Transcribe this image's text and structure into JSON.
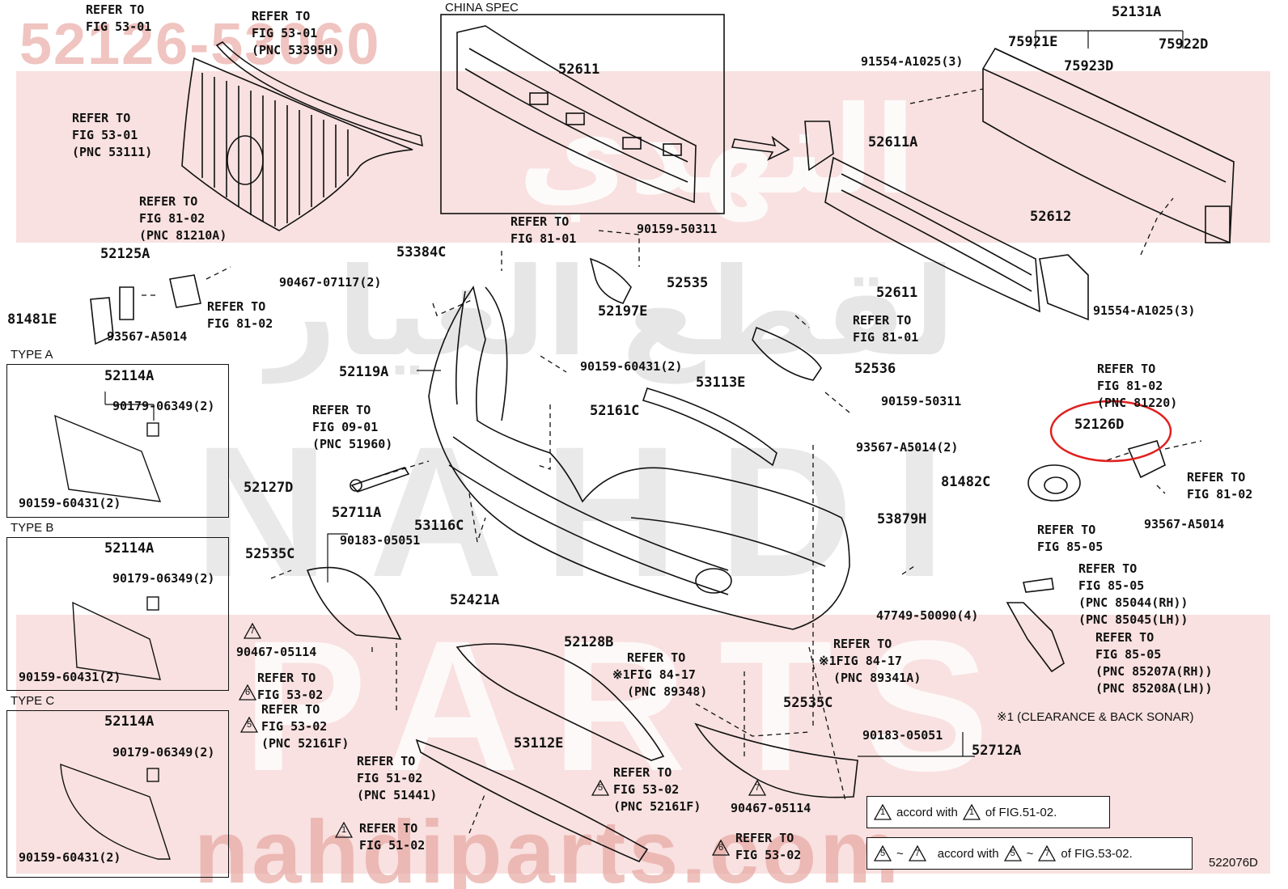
{
  "watermark": {
    "part_number": "52126-53060",
    "brand_arabic": "النهدي",
    "brand_arabic_2": "لقطع الغيار",
    "brand_latin": "NAHDI",
    "brand_latin_2": "PARTS",
    "site": "nahdiparts.com",
    "band_color": "#f3c9c6",
    "grey_color": "#cfcfcf"
  },
  "china_spec_label": "CHINA SPEC",
  "diagram_code": "522076D",
  "highlight_color": "#e0201e",
  "parts": {
    "p52611_top": "52611",
    "p52611_bottom": "52611",
    "p52611A": "52611A",
    "p52131A": "52131A",
    "p75921E": "75921E",
    "p75922D": "75922D",
    "p75923D": "75923D",
    "p91554_top": "91554-A1025(3)",
    "p91554_bottom": "91554-A1025(3)",
    "p52612": "52612",
    "p52125A": "52125A",
    "p81481E": "81481E",
    "p93567_left": "93567-A5014",
    "p53384C": "53384C",
    "p90467_07117": "90467-07117(2)",
    "p90159_50311_top": "90159-50311",
    "p52535": "52535",
    "p52197E": "52197E",
    "p90159_60431": "90159-60431(2)",
    "p52119A": "52119A",
    "p53113E": "53113E",
    "p52536": "52536",
    "p90159_50311_mid": "90159-50311",
    "p52161C": "52161C",
    "p93567_A5014_2": "93567-A5014(2)",
    "p52127D": "52127D",
    "p52711A": "52711A",
    "p90183_05051_left": "90183-05051",
    "p53116C": "53116C",
    "p52535C_left": "52535C",
    "p52421A": "52421A",
    "p52128B": "52128B",
    "p53879H": "53879H",
    "p47749": "47749-50090(4)",
    "p52126D": "52126D",
    "p81482C": "81482C",
    "p93567_right": "93567-A5014",
    "p90467_05114_left": "90467-05114",
    "p53112E": "53112E",
    "p52535C_right": "52535C",
    "p90183_05051_right": "90183-05051",
    "p52712A": "52712A",
    "p90467_05114_right": "90467-05114",
    "typeA_52114A": "52114A",
    "typeA_90179": "90179-06349(2)",
    "typeA_90159": "90159-60431(2)",
    "typeB_52114A": "52114A",
    "typeB_90179": "90179-06349(2)",
    "typeB_90159": "90159-60431(2)",
    "typeC_52114A": "52114A",
    "typeC_90179": "90179-06349(2)",
    "typeC_90159": "90159-60431(2)"
  },
  "refs": {
    "r1": [
      "REFER TO",
      "FIG 53-01"
    ],
    "r2": [
      "REFER TO",
      "FIG 53-01",
      "(PNC 53395H)"
    ],
    "r3": [
      "REFER TO",
      "FIG 53-01",
      "(PNC 53111)"
    ],
    "r4": [
      "REFER TO",
      "FIG 81-02",
      "(PNC 81210A)"
    ],
    "r5": [
      "REFER TO",
      "FIG 81-02"
    ],
    "r6": [
      "REFER TO",
      "FIG 81-01"
    ],
    "r7": [
      "REFER TO",
      "FIG 81-01"
    ],
    "r8": [
      "REFER TO",
      "FIG 09-01",
      "(PNC 51960)"
    ],
    "r9": [
      "REFER TO",
      "FIG 81-02",
      "(PNC 81220)"
    ],
    "r10": [
      "REFER TO",
      "FIG 81-02"
    ],
    "r11": [
      "REFER TO",
      "FIG 85-05"
    ],
    "r12": [
      "REFER TO",
      "FIG 85-05",
      "(PNC 85044(RH))",
      "(PNC 85045(LH))"
    ],
    "r13": [
      "REFER TO",
      "FIG 85-05",
      "(PNC 85207A(RH))",
      "(PNC 85208A(LH))"
    ],
    "r14": [
      "REFER TO",
      "※1FIG 84-17",
      "(PNC 89348)"
    ],
    "r15": [
      "REFER TO",
      "※1FIG 84-17",
      "(PNC 89341A)"
    ],
    "r16": [
      "REFER TO",
      "FIG 53-02"
    ],
    "r17": [
      "REFER TO",
      "FIG 53-02",
      "(PNC 52161F)"
    ],
    "r18": [
      "REFER TO",
      "FIG 51-02",
      "(PNC 51441)"
    ],
    "r19": [
      "REFER TO",
      "FIG 51-02"
    ],
    "r20": [
      "REFER TO",
      "FIG 53-02",
      "(PNC 52161F)"
    ],
    "r21": [
      "REFER TO",
      "FIG 53-02"
    ]
  },
  "markers": {
    "m6a": "6",
    "m5a": "5",
    "m7a": "7",
    "m1a": "1",
    "m5b": "5",
    "m7b": "7",
    "m6b": "6"
  },
  "types": {
    "a": "TYPE A",
    "b": "TYPE B",
    "c": "TYPE C"
  },
  "sonar_note": "※1 (CLEARANCE & BACK SONAR)",
  "legend": {
    "accord_1_a": "accord with",
    "accord_1_b": "of FIG.51-02.",
    "accord_2_a": "accord with",
    "accord_2_b": "of FIG.53-02.",
    "tilde": "~",
    "n1": "1",
    "n5": "5",
    "n7": "7"
  }
}
